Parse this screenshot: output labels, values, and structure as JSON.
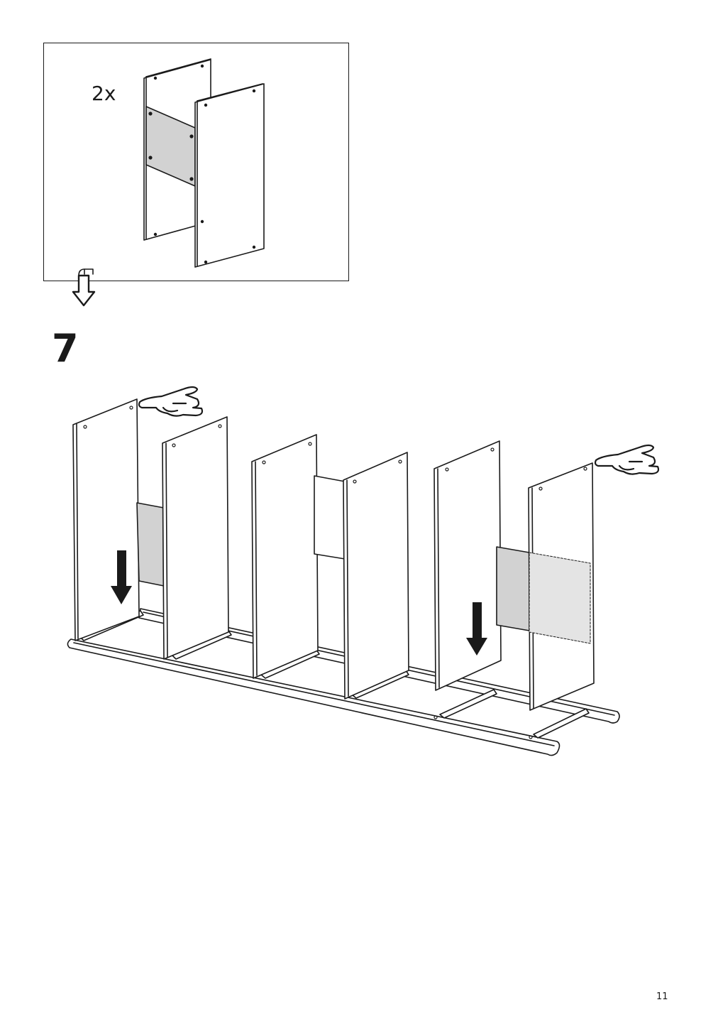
{
  "detail": {
    "quantity_label": "2x"
  },
  "step": {
    "number": "7"
  },
  "footer": {
    "page_number": "11"
  },
  "colors": {
    "line": "#1a1a1a",
    "panel_fill": "#ffffff",
    "connector_fill": "#d2d2d2",
    "arrow_fill": "#1a1a1a"
  },
  "icons": [
    "flow-arrow-icon",
    "push-down-arrow-icon",
    "pointing-hand-icon"
  ]
}
